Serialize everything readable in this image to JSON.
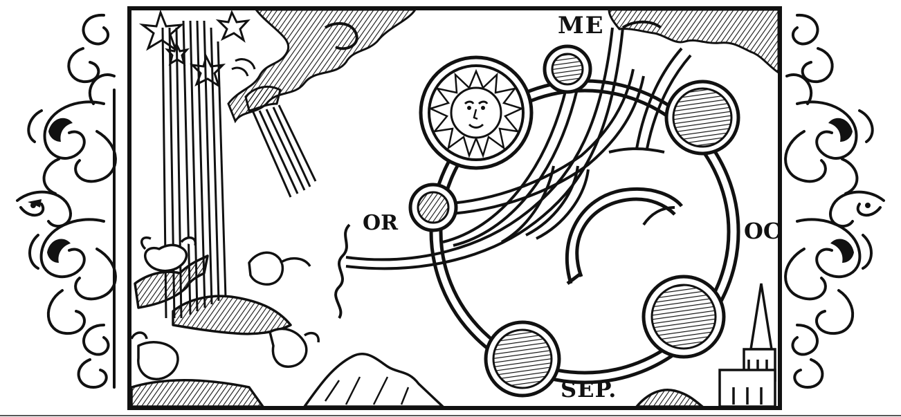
{
  "labels": {
    "north": "ME",
    "east": "OR",
    "west": "OC",
    "south": "SEP."
  },
  "colors": {
    "ink": "#111111",
    "paper": "#ffffff"
  },
  "icons": {
    "sun": "sun-with-face-icon",
    "moon_phases": "moon-phase-icon",
    "stars": "star-icon",
    "cattle": "cattle-icon",
    "church": "church-tower-icon",
    "ornament": "acanthus-scroll-ornament"
  }
}
